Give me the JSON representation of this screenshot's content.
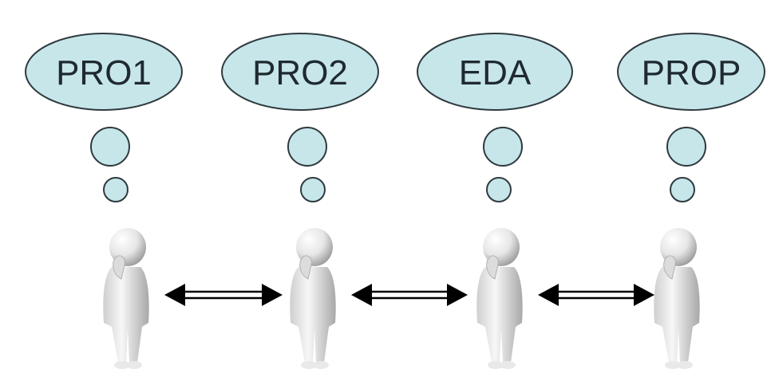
{
  "colors": {
    "bubble_fill": "#c6e6ea",
    "bubble_stroke": "#2f3a3e",
    "figure_light": "#f2f2f2",
    "figure_shade": "#9a9a9a",
    "arrow": "#000000"
  },
  "thinkers": [
    {
      "label": "PRO1",
      "icon": "thinking-person-icon"
    },
    {
      "label": "PRO2",
      "icon": "thinking-person-icon"
    },
    {
      "label": "EDA",
      "icon": "thinking-person-icon"
    },
    {
      "label": "PROP",
      "icon": "thinking-person-icon"
    }
  ],
  "connectors": [
    {
      "icon": "double-headed-arrow-icon"
    },
    {
      "icon": "double-headed-arrow-icon"
    },
    {
      "icon": "double-headed-arrow-icon"
    }
  ]
}
